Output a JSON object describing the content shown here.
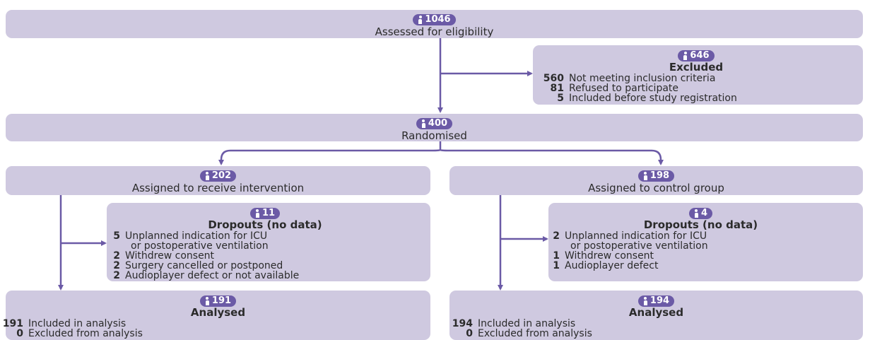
{
  "assessed": {
    "count": "1046",
    "label": "Assessed for eligibility"
  },
  "excluded": {
    "count": "646",
    "title": "Excluded",
    "items": [
      {
        "n": "560",
        "text": "Not meeting inclusion criteria"
      },
      {
        "n": "81",
        "text": "Refused to participate"
      },
      {
        "n": "5",
        "text": "Included before study registration"
      }
    ]
  },
  "randomised": {
    "count": "400",
    "label": "Randomised"
  },
  "intervention": {
    "count": "202",
    "label": "Assigned to receive intervention"
  },
  "control": {
    "count": "198",
    "label": "Assigned to control group"
  },
  "intervention_dropouts": {
    "count": "11",
    "title": "Dropouts (no data)",
    "items": [
      {
        "n": "5",
        "text": "Unplanned indication for ICU"
      },
      {
        "n": "",
        "text": "or postoperative ventilation"
      },
      {
        "n": "2",
        "text": "Withdrew consent"
      },
      {
        "n": "2",
        "text": "Surgery cancelled or postponed"
      },
      {
        "n": "2",
        "text": "Audioplayer defect or not available"
      }
    ]
  },
  "control_dropouts": {
    "count": "4",
    "title": "Dropouts (no data)",
    "items": [
      {
        "n": "2",
        "text": "Unplanned indication for ICU"
      },
      {
        "n": "",
        "text": "or postoperative ventilation"
      },
      {
        "n": "1",
        "text": "Withdrew consent"
      },
      {
        "n": "1",
        "text": "Audioplayer defect"
      }
    ]
  },
  "intervention_analysed": {
    "count": "191",
    "title": "Analysed",
    "items": [
      {
        "n": "191",
        "text": "Included in analysis"
      },
      {
        "n": "0",
        "text": "Excluded from analysis"
      }
    ]
  },
  "control_analysed": {
    "count": "194",
    "title": "Analysed",
    "items": [
      {
        "n": "194",
        "text": "Included in analysis"
      },
      {
        "n": "0",
        "text": "Excluded from analysis"
      }
    ]
  },
  "colors": {
    "box": "#cfc9e0",
    "badge": "#6b5aa6",
    "line": "#6b5aa6"
  },
  "icons": {
    "badge_icon": "person-icon"
  }
}
